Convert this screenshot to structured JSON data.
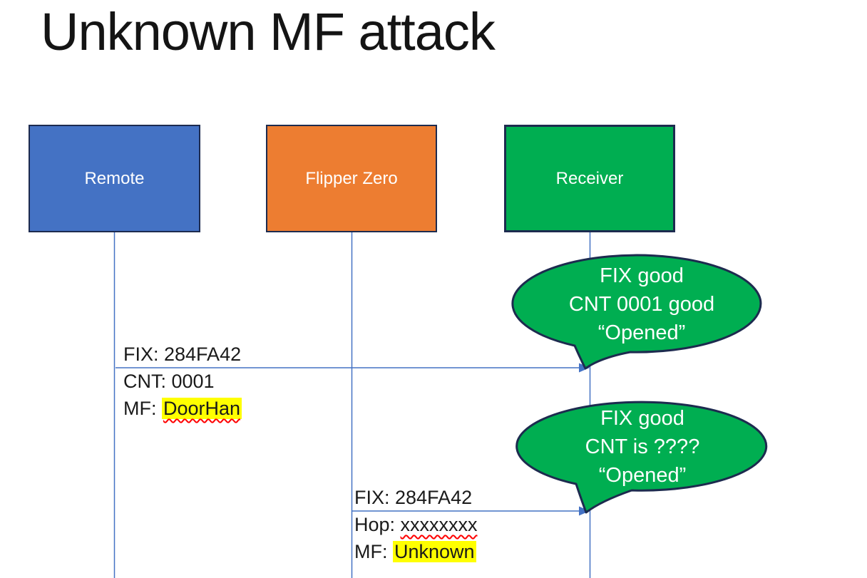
{
  "title": "Unknown MF attack",
  "actors": [
    {
      "id": "remote",
      "label": "Remote",
      "fill": "#4472C4"
    },
    {
      "id": "flipper",
      "label": "Flipper Zero",
      "fill": "#ED7D31"
    },
    {
      "id": "receiver",
      "label": "Receiver",
      "fill": "#00AE51"
    }
  ],
  "messages": [
    {
      "from": "Remote",
      "to": "Receiver",
      "lines": [
        {
          "text": "FIX: 284FA42"
        },
        {
          "text": "CNT: 0001"
        },
        {
          "prefix": "MF: ",
          "value": "DoorHan",
          "highlight": true,
          "spellcheck_underline": true
        }
      ]
    },
    {
      "from": "Flipper Zero",
      "to": "Receiver",
      "lines": [
        {
          "text": "FIX: 284FA42"
        },
        {
          "prefix": "Hop: ",
          "value": "xxxxxxxx",
          "highlight": false,
          "spellcheck_underline": true
        },
        {
          "prefix": "MF: ",
          "value": "Unknown",
          "highlight": true,
          "spellcheck_underline": false
        }
      ]
    }
  ],
  "bubbles": [
    {
      "attached_to": "message-1",
      "lines": [
        "FIX good",
        "CNT 0001 good",
        "“Opened”"
      ]
    },
    {
      "attached_to": "message-2",
      "lines": [
        "FIX good",
        "CNT is ????",
        "“Opened”"
      ]
    }
  ],
  "colors": {
    "remote_fill": "#4472C4",
    "flipper_fill": "#ED7D31",
    "receiver_fill": "#00AE51",
    "bubble_fill": "#00AE51",
    "shape_outline": "#1d2b4f",
    "connector_blue": "#4472C4",
    "highlight_yellow": "#FFFF00",
    "squiggle_red": "#FF0000",
    "text_black": "#1a1a1a",
    "text_white": "#ffffff"
  }
}
